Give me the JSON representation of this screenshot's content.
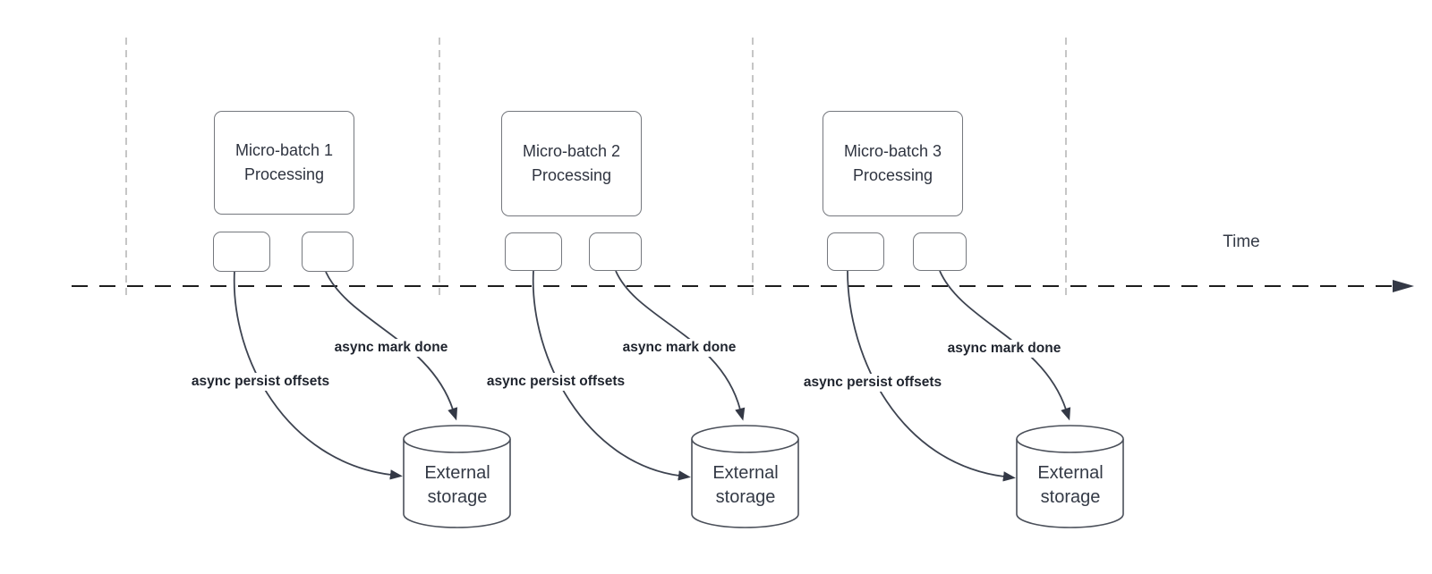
{
  "diagram": {
    "time_label": "Time",
    "panels": [
      {
        "title": "Micro-batch 1\nProcessing",
        "persist_label": "async persist offsets",
        "mark_done_label": "async mark done",
        "storage_label": "External\nstorage"
      },
      {
        "title": "Micro-batch 2\nProcessing",
        "persist_label": "async persist offsets",
        "mark_done_label": "async mark done",
        "storage_label": "External\nstorage"
      },
      {
        "title": "Micro-batch 3\nProcessing",
        "persist_label": "async persist offsets",
        "mark_done_label": "async mark done",
        "storage_label": "External\nstorage"
      }
    ],
    "colors": {
      "axis_line": "#1e1e1e",
      "guide_line": "#b4b4b4",
      "arrow": "#3d4350",
      "arrowhead": "#333845",
      "box_border": "#75787e",
      "cylinder_border": "#4b505a",
      "title_text": "#2f3440",
      "label_text": "#1f242e"
    }
  }
}
